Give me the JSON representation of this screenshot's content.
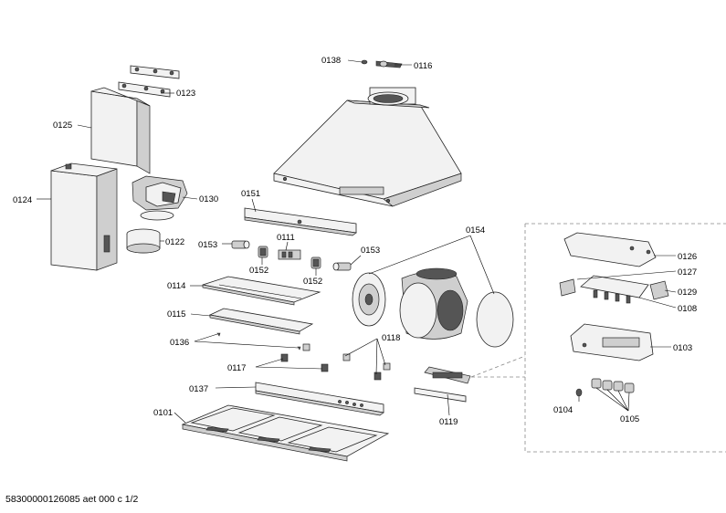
{
  "labels": {
    "l0101": "0101",
    "l0104": "0104",
    "l0105": "0105",
    "l0108": "0108",
    "l0103": "0103",
    "l0111": "0111",
    "l0114": "0114",
    "l0115": "0115",
    "l0116": "0116",
    "l0117": "0117",
    "l0118": "0118",
    "l0119": "0119",
    "l0122": "0122",
    "l0123": "0123",
    "l0124": "0124",
    "l0125": "0125",
    "l0126": "0126",
    "l0127": "0127",
    "l0129": "0129",
    "l0130": "0130",
    "l0136": "0136",
    "l0137": "0137",
    "l0138": "0138",
    "l0151": "0151",
    "l0152a": "0152",
    "l0152b": "0152",
    "l0153a": "0153",
    "l0153b": "0153",
    "l0154": "0154"
  },
  "footer": "58300000126085 aet 000 c 1/2"
}
